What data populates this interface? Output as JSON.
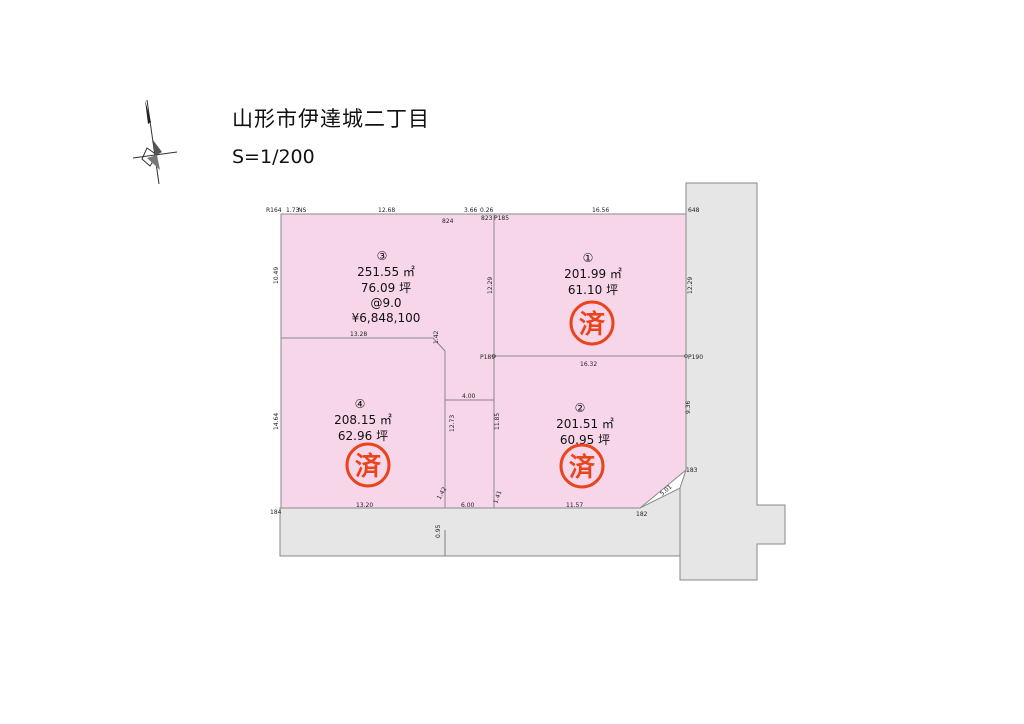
{
  "header": {
    "title": "山形市伊達城二丁目",
    "scale": "S=1/200"
  },
  "colors": {
    "lot_fill": "#f8d6ea",
    "road_fill": "#e6e6e6",
    "stamp": "#e8451c",
    "line": "#8a8a8a"
  },
  "lots": [
    {
      "id": "lot-3",
      "number": "③",
      "area_sqm": "251.55 ㎡",
      "area_tsubo": "76.09 坪",
      "unit_price": "@9.0",
      "price": "¥6,848,100",
      "sold": false
    },
    {
      "id": "lot-1",
      "number": "①",
      "area_sqm": "201.99 ㎡",
      "area_tsubo": "61.10 坪",
      "sold": true
    },
    {
      "id": "lot-4",
      "number": "④",
      "area_sqm": "208.15 ㎡",
      "area_tsubo": "62.96 坪",
      "sold": true
    },
    {
      "id": "lot-2",
      "number": "②",
      "area_sqm": "201.51 ㎡",
      "area_tsubo": "60.95 坪",
      "sold": true
    }
  ],
  "stamp_label": "済",
  "dimensions": [
    "1.73",
    "12.68",
    "3.66",
    "0.26",
    "16.56",
    "10.49",
    "13.28",
    "12.29",
    "12.29",
    "14.64",
    "12.73",
    "11.85",
    "4.00",
    "16.32",
    "9.36",
    "5.01",
    "13.20",
    "6.00",
    "11.57",
    "1.42",
    "1.42",
    "1.41",
    "0.95"
  ],
  "markers": [
    "R164",
    "NS",
    "824",
    "823",
    "P185",
    "648",
    "P189",
    "P190",
    "183",
    "182",
    "184"
  ]
}
